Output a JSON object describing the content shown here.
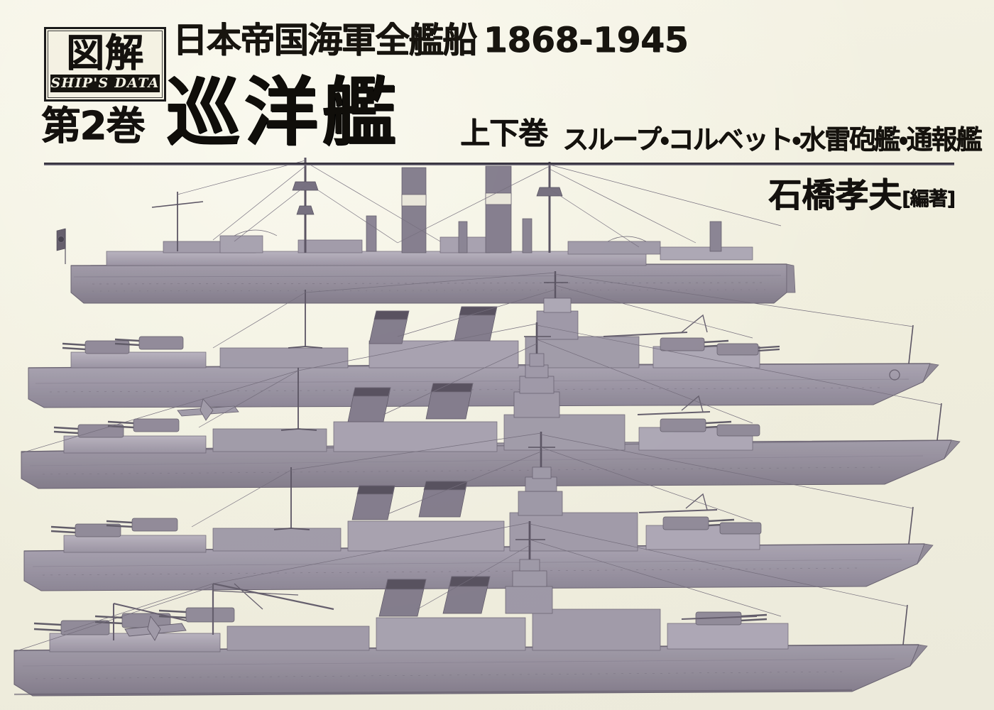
{
  "cover": {
    "background_color": "#f2f0e2",
    "ink_color": "#14110e",
    "hull_color": "#8b8494",
    "hull_dark_color": "#6f6878",
    "hull_light_color": "#a9a3b2"
  },
  "logo": {
    "mark": "図解",
    "banner": "SHIP'S DATA"
  },
  "volume": {
    "label": "第2巻"
  },
  "series": {
    "name": "日本帝国海軍全艦船",
    "years": "1868-1945"
  },
  "title": {
    "main": "巡洋艦",
    "volumes": "上下巻",
    "subtitle": "スループ・コルベット・水雷砲艦・通報艦"
  },
  "author": {
    "name": "石橋孝夫",
    "role": "[編著]"
  },
  "illustrations": {
    "caption": "Japanese Imperial Navy cruiser profile drawings",
    "ships": [
      {
        "name": "armored-cruiser-profile",
        "position": "top",
        "features": "two banded funnels, military masts, naval ensign at stern"
      },
      {
        "name": "heavy-cruiser-profile",
        "position": "upper-middle",
        "features": "twin gun turrets, raked funnels, catapult"
      },
      {
        "name": "heavy-cruiser-pagoda-profile",
        "position": "middle",
        "features": "pagoda bridge, trunked funnel, seaplane crane"
      },
      {
        "name": "light-cruiser-profile",
        "position": "lower-middle",
        "features": "tripod mast, aircraft deck, torpedo tubes"
      },
      {
        "name": "aviation-cruiser-profile",
        "position": "bottom",
        "features": "catapults, crane, turrets forward"
      }
    ]
  }
}
